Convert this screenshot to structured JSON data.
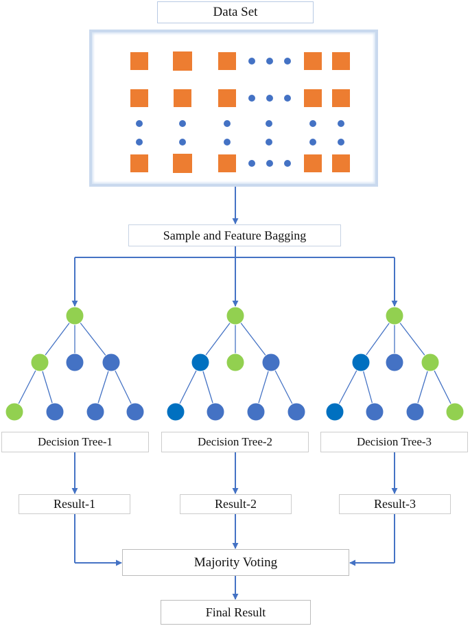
{
  "colors": {
    "arrow": "#4472c4",
    "square": "#ed7d31",
    "dot": "#4472c4",
    "node_green": "#92d050",
    "node_blue": "#4472c4",
    "node_dark_blue": "#0070c0",
    "edge": "#4472c4"
  },
  "dataset": {
    "title": "Data Set"
  },
  "bagging": {
    "label": "Sample and Feature Bagging"
  },
  "trees": [
    {
      "label": "Decision Tree-1",
      "result": "Result-1",
      "root": "green",
      "level1": [
        "green",
        "blue",
        "blue"
      ],
      "leaves": [
        "green",
        "blue",
        "blue",
        "blue"
      ]
    },
    {
      "label": "Decision Tree-2",
      "result": "Result-2",
      "root": "green",
      "level1": [
        "dark_blue",
        "green",
        "blue"
      ],
      "leaves": [
        "dark_blue",
        "blue",
        "blue",
        "blue"
      ]
    },
    {
      "label": "Decision Tree-3",
      "result": "Result-3",
      "root": "green",
      "level1": [
        "dark_blue",
        "blue",
        "green"
      ],
      "leaves": [
        "dark_blue",
        "blue",
        "blue",
        "green"
      ]
    }
  ],
  "voting": {
    "label": "Majority Voting"
  },
  "final": {
    "label": "Final Result"
  }
}
